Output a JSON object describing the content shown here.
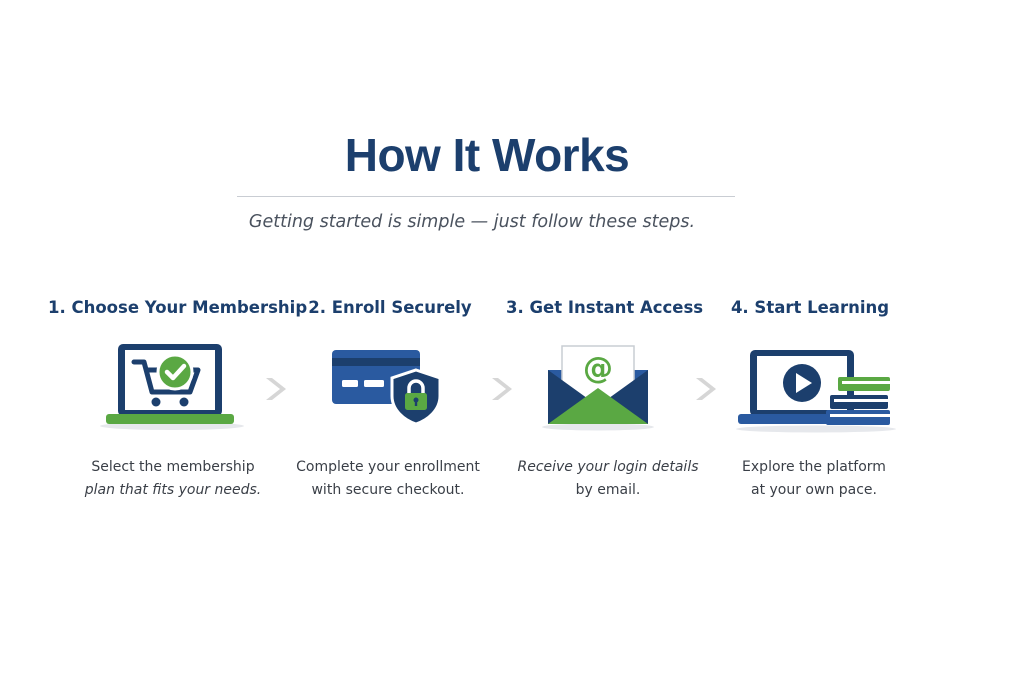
{
  "heading": {
    "title": "How It Works",
    "subtitle": "Getting started is simple — just follow these steps."
  },
  "colors": {
    "navy": "#1c3f6d",
    "blue": "#2a5aa0",
    "green": "#5aa843",
    "arrow_gray": "#d6d6d6"
  },
  "steps": [
    {
      "title": "1. Choose Your Membership",
      "icon": "laptop-cart-check-icon",
      "desc_line1": "Select the membership",
      "desc_line2": "plan that fits your needs."
    },
    {
      "title": "2. Enroll Securely",
      "icon": "credit-card-lock-shield-icon",
      "desc_line1": "Complete your enrollment",
      "desc_line2": "with secure checkout."
    },
    {
      "title": "3. Get Instant Access",
      "icon": "envelope-at-sign-icon",
      "desc_line1": "Receive your login details",
      "desc_line2": "by email."
    },
    {
      "title": "4. Start Learning",
      "icon": "laptop-play-books-icon",
      "desc_line1": "Explore the platform",
      "desc_line2": "at your own pace."
    }
  ]
}
